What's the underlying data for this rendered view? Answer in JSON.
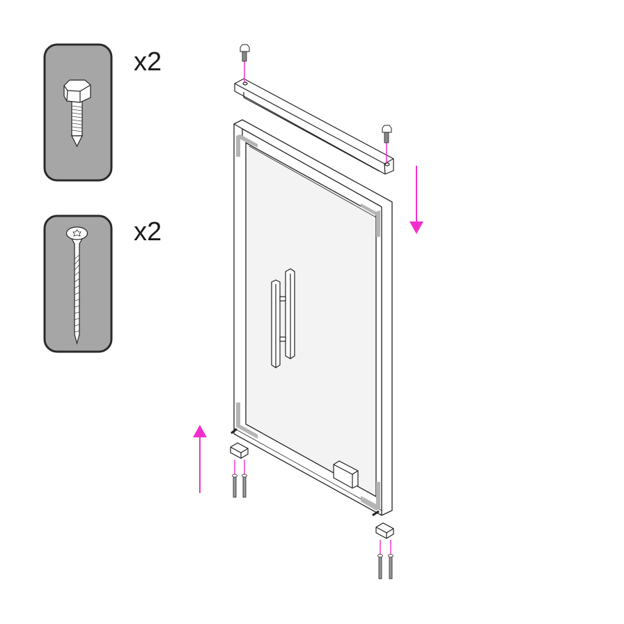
{
  "parts": [
    {
      "name": "hex-bolt",
      "quantity": "x2"
    },
    {
      "name": "torx-wood-screw",
      "quantity": "x2"
    }
  ],
  "colors": {
    "arrow": "#f22fcc",
    "panel": "#a6a6a6",
    "glass": "#f3f3f3",
    "corner": "#b4b4b4",
    "line": "#222222"
  }
}
